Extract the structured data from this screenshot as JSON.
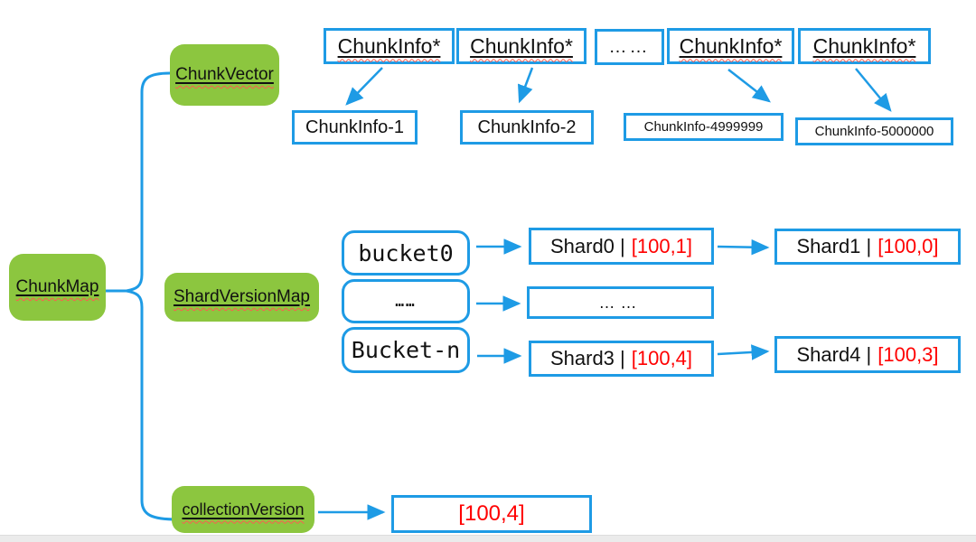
{
  "colors": {
    "accent_blue": "#1e9be5",
    "node_green": "#8cc63f",
    "value_red": "#ff0000"
  },
  "root": {
    "label": "ChunkMap"
  },
  "chunk_vector": {
    "branch_label": "ChunkVector",
    "pointer_cells": [
      "ChunkInfo*",
      "ChunkInfo*",
      "……",
      "ChunkInfo*",
      "ChunkInfo*"
    ],
    "chunk_nodes": [
      "ChunkInfo-1",
      "ChunkInfo-2",
      "ChunkInfo-4999999",
      "ChunkInfo-5000000"
    ]
  },
  "shard_version_map": {
    "branch_label": "ShardVersionMap",
    "buckets": [
      "bucket0",
      "……",
      "Bucket-n"
    ],
    "chains": {
      "row0": {
        "a_name": "Shard0 |",
        "a_version": "[100,1]",
        "b_name": "Shard1 |",
        "b_version": "[100,0]"
      },
      "row1": {
        "dots": "……"
      },
      "row2": {
        "a_name": "Shard3 |",
        "a_version": "[100,4]",
        "b_name": "Shard4 |",
        "b_version": "[100,3]"
      }
    }
  },
  "collection_version": {
    "branch_label": "collectionVersion",
    "value": "[100,4]"
  }
}
